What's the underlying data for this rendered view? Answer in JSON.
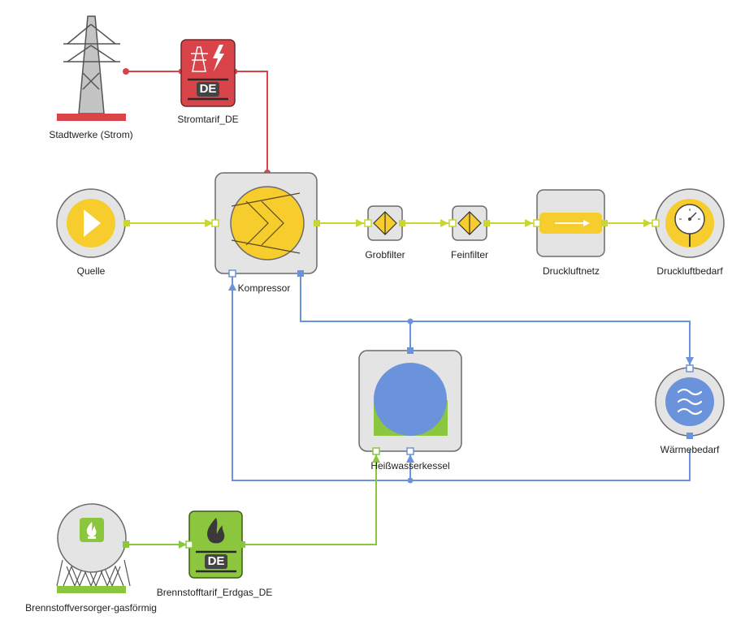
{
  "colors": {
    "electric": "#d9444b",
    "air": "#c8d534",
    "air_fill": "#f7cd2e",
    "heat": "#6b93dc",
    "gas": "#8cc63f",
    "node_gray": "#e4e4e4",
    "node_border": "#6b6b6b"
  },
  "labels": {
    "stadtwerke": "Stadtwerke (Strom)",
    "stromtarif": "Stromtarif_DE",
    "quelle": "Quelle",
    "kompressor": "Kompressor",
    "grobfilter": "Grobfilter",
    "feinfilter": "Feinfilter",
    "druckluftnetz": "Druckluftnetz",
    "druckluftbedarf": "Druckluftbedarf",
    "heisswasserkessel": "Heißwasserkessel",
    "waermebedarf": "Wärmebedarf",
    "brennstoffversorger": "Brennstoffversorger-gasförmig",
    "brennstofftarif": "Brennstofftarif_Erdgas_DE"
  },
  "tariff_badges": {
    "strom": "DE",
    "gas": "DE"
  },
  "icons": {
    "stadtwerke": "power-pylon-icon",
    "stromtarif": "electric-tariff-icon",
    "quelle": "play-source-icon",
    "kompressor": "compressor-chevron-icon",
    "filter": "filter-diamond-icon",
    "druckluftnetz": "pipe-arrow-icon",
    "druckluftbedarf": "pressure-gauge-icon",
    "heisswasserkessel": "boiler-icon",
    "waermebedarf": "heat-wave-icon",
    "brennstoffversorger": "gas-tank-icon",
    "brennstofftarif": "flame-tariff-icon"
  }
}
